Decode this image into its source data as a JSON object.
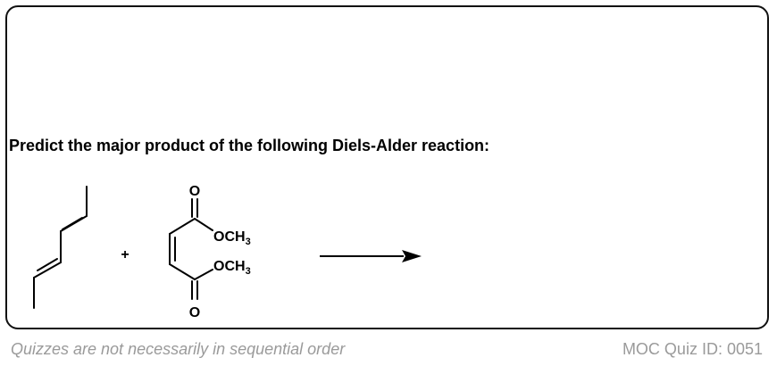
{
  "quiz": {
    "question": "Predict the major product of the following Diels-Alder reaction:",
    "plus_sign": "+",
    "oxygen_label": "O",
    "methoxy_main": "OCH",
    "methoxy_sub": "3"
  },
  "footer": {
    "disclaimer": "Quizzes are not necessarily in sequential order",
    "quiz_id": "MOC Quiz ID: 0051"
  }
}
